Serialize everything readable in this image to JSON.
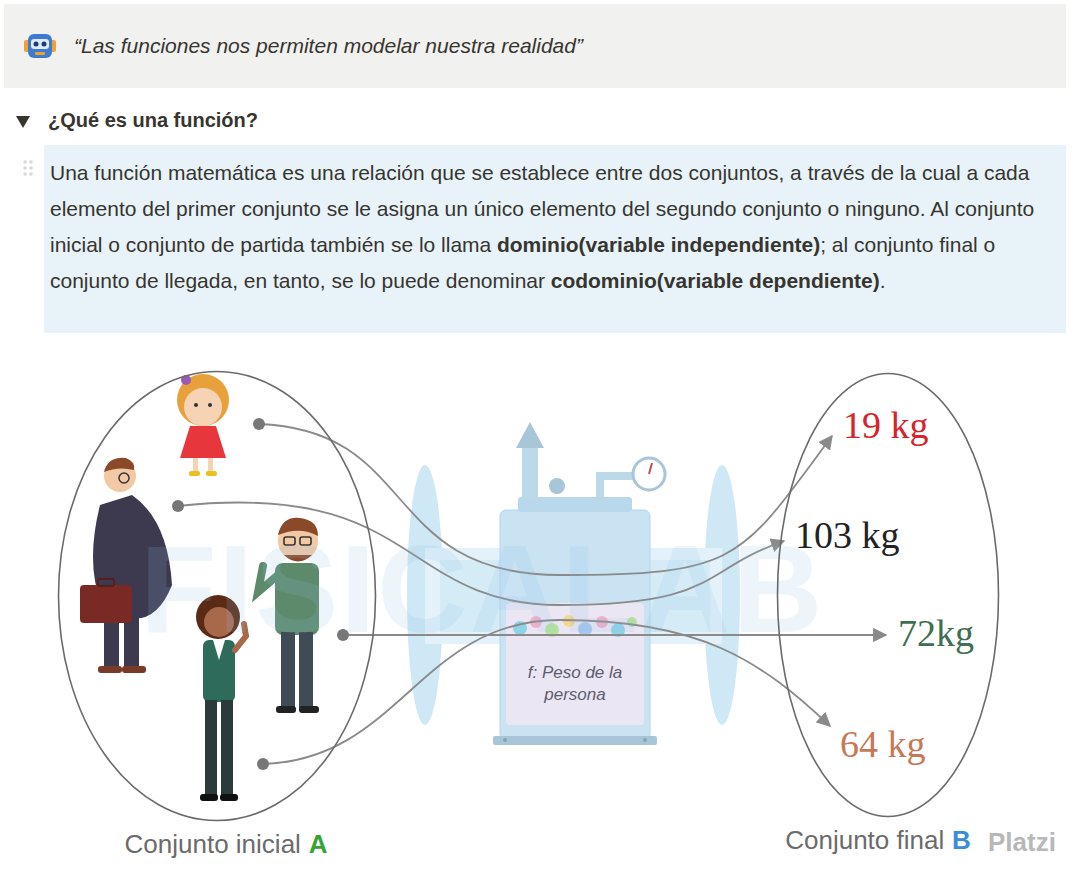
{
  "diagram": {
    "nodes": [
      {
        "text": [
          "“Las funciones nos permiten modelar nuestra realidad”"
        ]
      },
      {
        "text": [
          "Una función matemática es una relación que se establece entre dos conjuntos, a través de la cual a cada elemento del primer conjunto se le asigna un único elemento del segundo conjunto o ninguno. Al conjunto inicial o conjunto de partida también se lo llama",
          "dominio(variable independiente)",
          "; al conjunto final o conjunto de llegada, en tanto, se lo puede denominar",
          "codominio(variable dependiente)",
          "."
        ]
      },
      {
        "text": [
          "Conjunto inicial",
          "A"
        ]
      },
      {
        "text": [
          "f: Peso de la persona"
        ]
      },
      {
        "text": [
          "Conjunto final",
          "B"
        ]
      }
    ],
    "labels": [
      "¿Qué es una función?",
      "19 kg",
      "103 kg",
      "72kg",
      "64 kg",
      "FISICALAB",
      "Platzi"
    ]
  }
}
